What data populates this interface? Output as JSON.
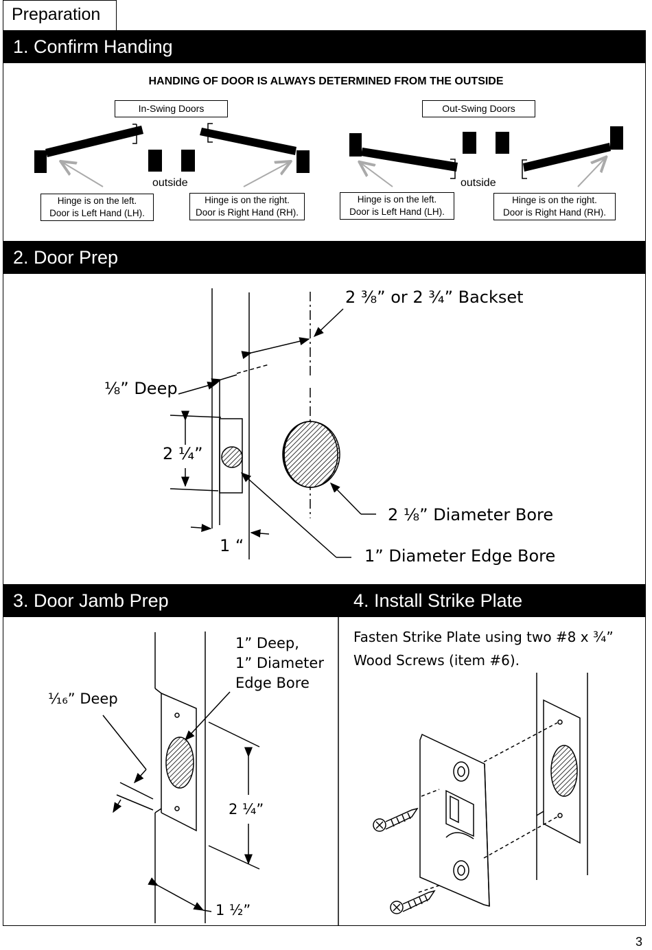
{
  "tab_label": "Preparation",
  "sections": {
    "s1": "1. Confirm Handing",
    "s2": "2. Door Prep",
    "s3": "3. Door Jamb Prep",
    "s4": "4. Install Strike Plate"
  },
  "handing": {
    "heading": "HANDING OF DOOR IS ALWAYS DETERMINED FROM THE OUTSIDE",
    "in_swing": "In-Swing Doors",
    "out_swing": "Out-Swing Doors",
    "outside_label": "outside",
    "lh_line1": "Hinge is on the left.",
    "lh_line2": "Door is Left Hand (LH).",
    "rh_line1": "Hinge is on the right.",
    "rh_line2": "Door is Right Hand (RH)."
  },
  "door_prep": {
    "backset": "2 ⅜” or  2 ¾” Backset",
    "deep": "⅛” Deep",
    "height": "2 ¼”",
    "bore": "2 ⅛” Diameter Bore",
    "edge_bore": "1” Diameter Edge Bore",
    "one_inch": "1 “"
  },
  "jamb_prep": {
    "deep": "¹⁄₁₆” Deep",
    "edge_line1": "1” Deep,",
    "edge_line2": "1” Diameter",
    "edge_line3": "Edge Bore",
    "height": "2 ¼”",
    "width": "1 ½”"
  },
  "strike_plate": {
    "line1": "Fasten Strike Plate using two #8 x ¾”",
    "line2": "Wood Screws (item #6)."
  },
  "page_number": "3"
}
